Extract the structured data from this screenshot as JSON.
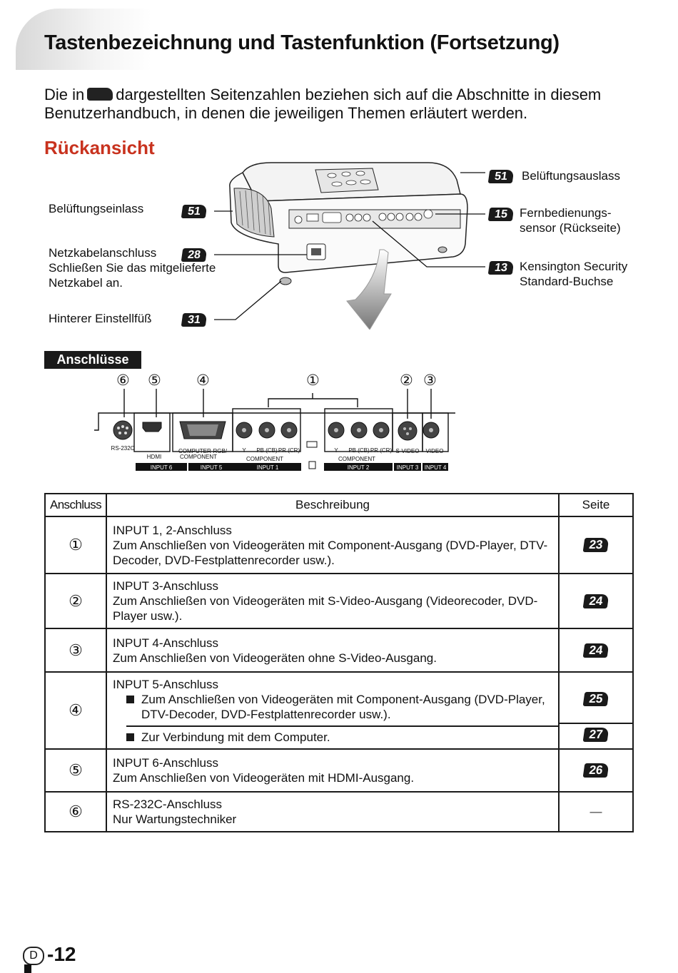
{
  "header": {
    "title": "Tastenbezeichnung und Tastenfunktion (Fortsetzung)",
    "intro_before": "Die in",
    "intro_after": "dargestellten Seitenzahlen beziehen sich auf die Abschnitte in diesem Benutzerhandbuch, in denen die jeweiligen Themen erläutert werden."
  },
  "rear_view": {
    "heading": "Rückansicht",
    "left_labels": [
      {
        "title": "Belüftungseinlass",
        "page": "51"
      },
      {
        "title": "Netzkabelanschluss",
        "note": "Schließen Sie das mitgelieferte Netzkabel an.",
        "page": "28"
      },
      {
        "title": "Hinterer Einstellfüß",
        "page": "31"
      }
    ],
    "right_labels": [
      {
        "title": "Belüftungsauslass",
        "page": "51"
      },
      {
        "title": "Fernbedienungs-sensor (Rückseite)",
        "line1": "Fernbedienungs-",
        "line2": "sensor (Rückseite)",
        "page": "15"
      },
      {
        "title": "Kensington Security Standard-Buchse",
        "line1": "Kensington Security",
        "line2": "Standard-Buchse",
        "page": "13"
      }
    ]
  },
  "connections": {
    "heading": "Anschlüsse",
    "callouts": [
      "⑥",
      "⑤",
      "④",
      "①",
      "②",
      "③"
    ],
    "panel_labels": {
      "rs232": "RS-232C",
      "hdmi": "HDMI",
      "rgb_line1": "COMPUTER-RGB/",
      "rgb_line2": "COMPONENT",
      "y": "Y",
      "pb": "PB (CB)",
      "pr": "PR (CR)",
      "component": "COMPONENT",
      "svideo": "S-VIDEO",
      "video": "VIDEO",
      "inputs": [
        "INPUT 6",
        "INPUT 5",
        "INPUT 1",
        "INPUT 2",
        "INPUT 3",
        "INPUT 4"
      ]
    }
  },
  "table": {
    "headers": [
      "Anschluss",
      "Beschreibung",
      "Seite"
    ],
    "rows": [
      {
        "num": "①",
        "title": "INPUT 1, 2-Anschluss",
        "text": "Zum Anschließen von Videogeräten mit Component-Ausgang (DVD-Player, DTV-Decoder, DVD-Festplattenrecorder usw.).",
        "page": "23"
      },
      {
        "num": "②",
        "title": "INPUT 3-Anschluss",
        "text": "Zum Anschließen von Videogeräten mit S-Video-Ausgang (Videorecoder, DVD-Player usw.).",
        "page": "24"
      },
      {
        "num": "③",
        "title": "INPUT 4-Anschluss",
        "text": "Zum Anschließen von Videogeräten ohne S-Video-Ausgang.",
        "page": "24"
      },
      {
        "num": "④",
        "title": "INPUT 5-Anschluss",
        "bullet1": "Zum Anschließen von Videogeräten mit Component-Ausgang (DVD-Player, DTV-Decoder, DVD-Festplattenrecorder usw.).",
        "page1": "25",
        "bullet2": "Zur Verbindung mit dem Computer.",
        "page2": "27"
      },
      {
        "num": "⑤",
        "title": "INPUT 6-Anschluss",
        "text": "Zum Anschließen von Videogeräten mit HDMI-Ausgang.",
        "page": "26"
      },
      {
        "num": "⑥",
        "title": "RS-232C-Anschluss",
        "text": "Nur Wartungstechniker",
        "page": "—"
      }
    ]
  },
  "footer": {
    "letter": "D",
    "page": "-12"
  }
}
